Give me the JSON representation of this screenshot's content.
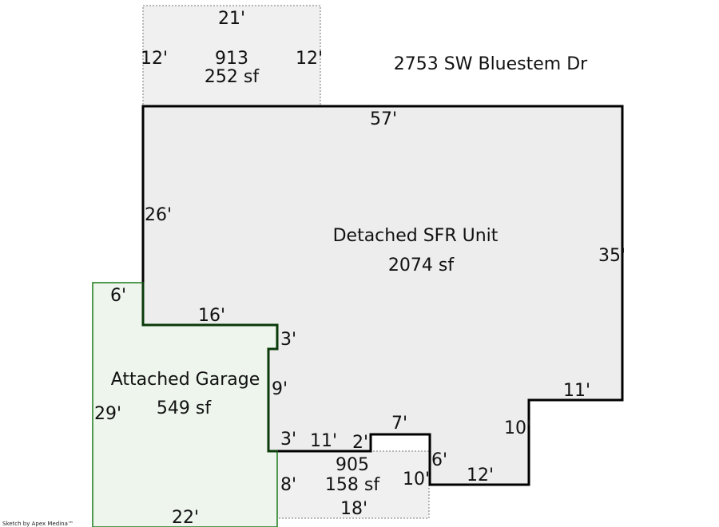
{
  "address": "2753 SW Bluestem Dr",
  "credit": "Sketch by Apex Medina™",
  "colors": {
    "house_fill": "#ededed",
    "house_stroke": "#000000",
    "garage_fill": "#edf5ed",
    "garage_stroke": "#1a7a1a",
    "area_fill": "#f0f0f0",
    "area_stroke": "#777777"
  },
  "areas": {
    "upper": {
      "code": "913",
      "area": "252 sf",
      "top": "21'",
      "left": "12'",
      "right": "12'"
    },
    "house": {
      "name": "Detached SFR Unit",
      "area": "2074 sf",
      "dims": {
        "top": "57'",
        "left": "26'",
        "right": "35'",
        "ledge": "16'",
        "garage_side_top": "3'",
        "garage_side_mid": "9'",
        "garage_side_bottom": "3'",
        "bottom_a": "11'",
        "step_a": "2'",
        "bottom_b": "7'",
        "step_b": "6'",
        "step_c": "10'",
        "bottom_c": "12'",
        "step_d": "10'",
        "bottom_d": "11'"
      }
    },
    "garage": {
      "name": "Attached Garage",
      "area": "549 sf",
      "dims": {
        "top": "6'",
        "left": "29'",
        "bottom": "22'"
      }
    },
    "lower": {
      "code": "905",
      "area": "158 sf",
      "left": "8'",
      "bottom": "18'"
    }
  }
}
